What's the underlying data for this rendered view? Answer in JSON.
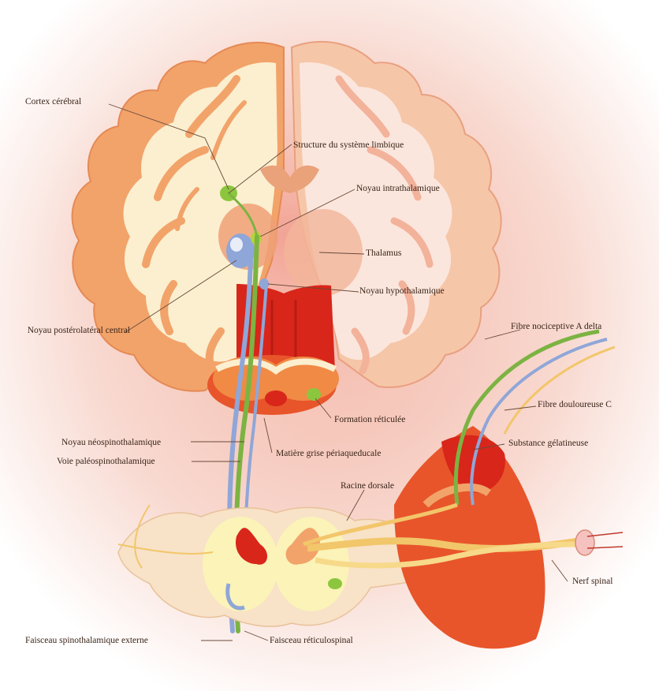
{
  "labels": {
    "cortex_cerebral": "Cortex cérébral",
    "structure_limbique": "Structure du système limbique",
    "noyau_intrathalamique": "Noyau intrathalamique",
    "thalamus": "Thalamus",
    "noyau_hypothalamique": "Noyau hypothalamique",
    "noyau_posterolateral": "Noyau postérolatéral central",
    "fibre_a_delta": "Fibre nociceptive A delta",
    "fibre_c": "Fibre douloureuse C",
    "substance_gelatineuse": "Substance gélatineuse",
    "formation_reticulee": "Formation réticulée",
    "voie_neospino": "Noyau néospinothalamique",
    "voie_paleospino": "Voie paléospinothalamique",
    "matiere_grise": "Matière grise périaqueducale",
    "racine_dorsale": "Racine dorsale",
    "nerf_spinal": "Nerf spinal",
    "faisceau_externe": "Faisceau spinothalamique externe",
    "faisceau_reticulo": "Faisceau réticulospinal"
  },
  "colors": {
    "background_glow": "#f6cfc6",
    "white_matter": "#fbefcf",
    "gray_matter": "#f2a36a",
    "deep_red": "#d8261a",
    "orange_red": "#e8552b",
    "pathway_green": "#7cb342",
    "pathway_blue": "#8fa6d8",
    "nerve_yellow": "#f2c66a",
    "leader_line": "#6a4a3a"
  }
}
